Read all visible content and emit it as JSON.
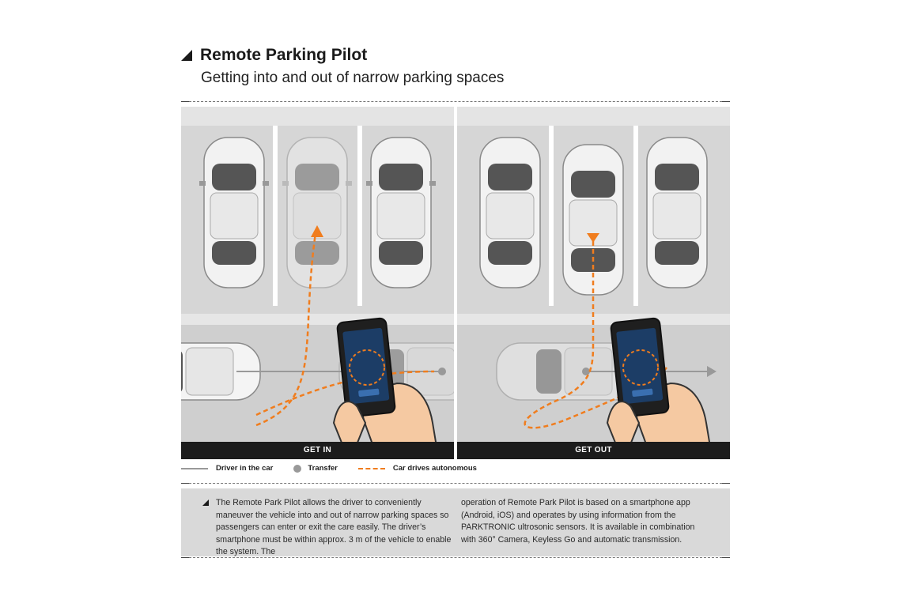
{
  "header": {
    "title": "Remote Parking Pilot",
    "subtitle": "Getting into and out of narrow parking spaces"
  },
  "panels": [
    {
      "label": "GET IN"
    },
    {
      "label": "GET OUT"
    }
  ],
  "legend": [
    {
      "label": "Driver in the car"
    },
    {
      "label": "Transfer"
    },
    {
      "label": "Car drives autonomous"
    }
  ],
  "description": {
    "col1": "The Remote Park Pilot allows the driver to conveniently maneuver the vehicle into and out of narrow parking spaces so passengers can enter or exit the care easily. The driver’s smartphone must be within approx. 3 m of the vehicle to enable the system. The",
    "col2": "operation of Remote Park Pilot is based on a smartphone app (Android, iOS) and operates by using information from the PARKTRONIC ultrosonic sensors. It is available in combination with 360° Camera, Keyless Go and automatic transmission."
  },
  "colors": {
    "accent_orange": "#f07d1e",
    "bar_black": "#1c1c1c",
    "panel_grey": "#d6d6d6"
  }
}
